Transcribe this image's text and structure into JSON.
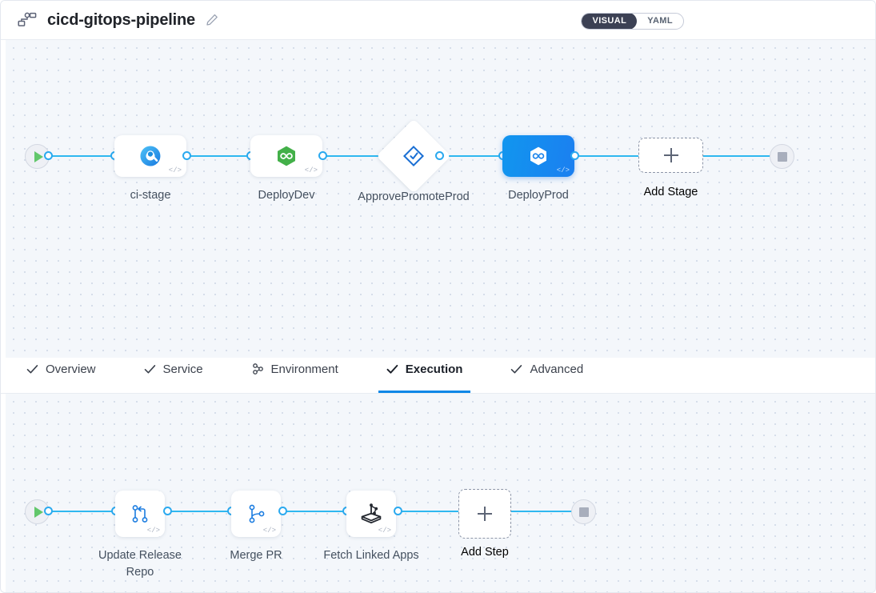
{
  "header": {
    "logo_icon": "pipeline-nodes-icon",
    "title": "cicd-gitops-pipeline",
    "edit_icon": "pencil-icon",
    "view_toggle": {
      "options": [
        "VISUAL",
        "YAML"
      ],
      "selected": "VISUAL"
    }
  },
  "stage_graph": {
    "start_icon": "play-icon",
    "end_icon": "stop-icon",
    "nodes": [
      {
        "id": "ci-stage",
        "label": "ci-stage",
        "icon": "ci-build-icon",
        "shape": "rect",
        "selected": false
      },
      {
        "id": "deploy-dev",
        "label": "DeployDev",
        "icon": "argocd-green-icon",
        "shape": "rect",
        "selected": false
      },
      {
        "id": "approve-promote-prod",
        "label": "ApprovePromoteProd",
        "icon": "approval-check-icon",
        "shape": "diamond",
        "selected": false
      },
      {
        "id": "deploy-prod",
        "label": "DeployProd",
        "icon": "argocd-white-icon",
        "shape": "rect",
        "selected": true
      }
    ],
    "add_button": {
      "label": "Add Stage",
      "icon": "plus-icon"
    }
  },
  "tabs": [
    {
      "id": "overview",
      "label": "Overview",
      "icon": "check-icon",
      "active": false
    },
    {
      "id": "service",
      "label": "Service",
      "icon": "check-icon",
      "active": false
    },
    {
      "id": "environment",
      "label": "Environment",
      "icon": "environment-icon",
      "active": false
    },
    {
      "id": "execution",
      "label": "Execution",
      "icon": "check-icon",
      "active": true
    },
    {
      "id": "advanced",
      "label": "Advanced",
      "icon": "check-icon",
      "active": false
    }
  ],
  "step_graph": {
    "start_icon": "play-icon",
    "end_icon": "stop-icon",
    "nodes": [
      {
        "id": "update-release-repo",
        "label": "Update Release Repo",
        "icon": "git-merge-icon"
      },
      {
        "id": "merge-pr",
        "label": "Merge PR",
        "icon": "git-branch-icon"
      },
      {
        "id": "fetch-linked-apps",
        "label": "Fetch Linked Apps",
        "icon": "argocd-dark-icon"
      }
    ],
    "add_button": {
      "label": "Add Step",
      "icon": "plus-icon"
    }
  },
  "colors": {
    "accent_blue": "#2aa9ef",
    "selected_node": "#1196ef",
    "canvas_bg": "#f4f7fb",
    "toggle_active_bg": "#3c4154",
    "tab_active_underline": "#0b87e7",
    "play_green": "#62c76b",
    "argocd_green": "#4caf50"
  }
}
